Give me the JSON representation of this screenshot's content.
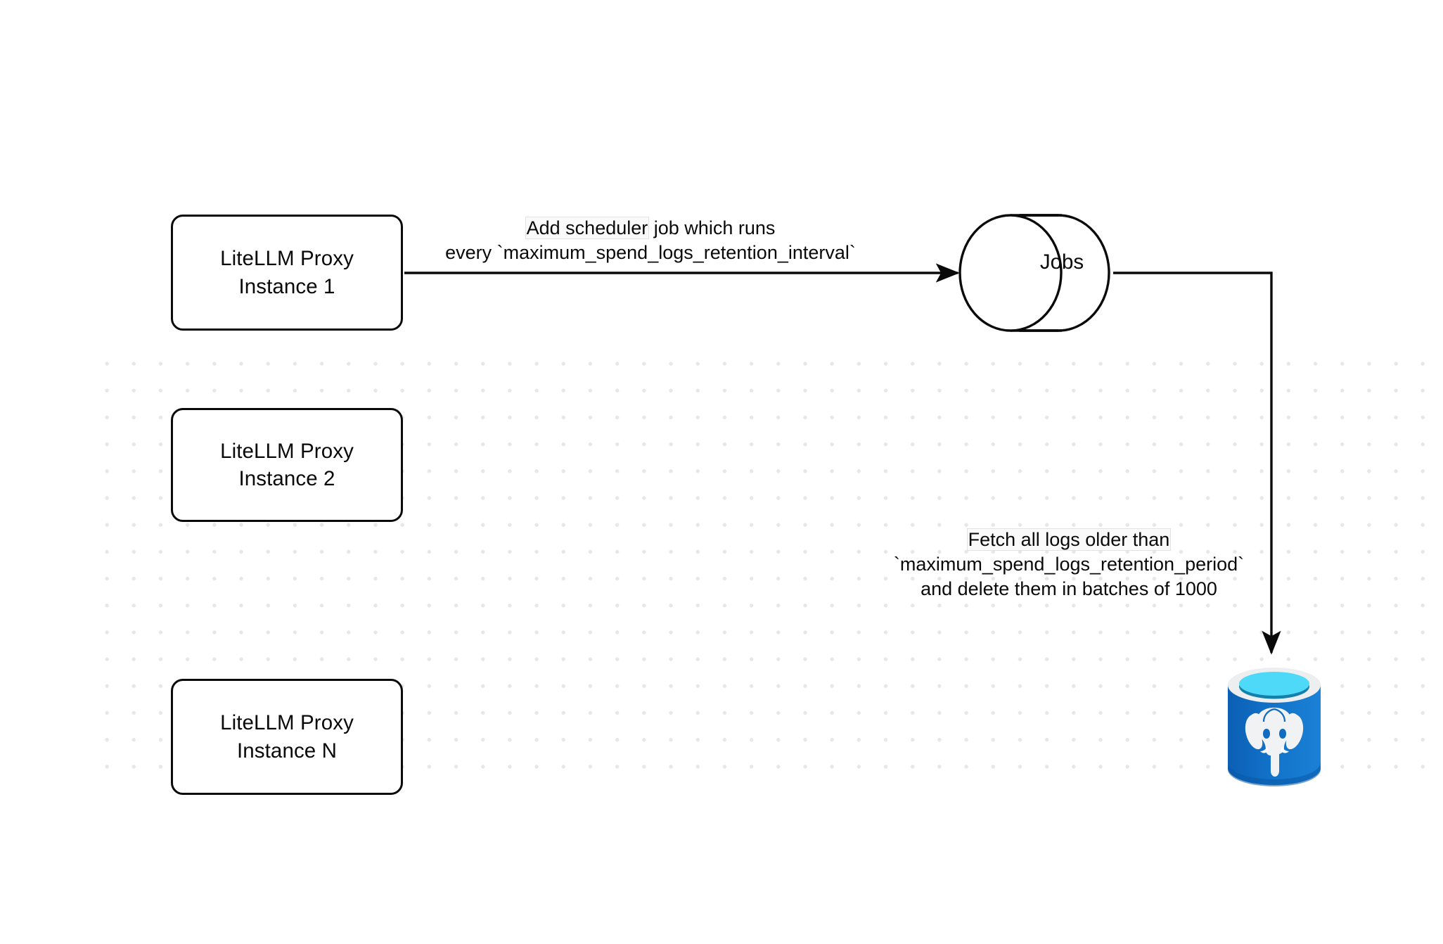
{
  "diagram": {
    "title": "LiteLLM spend logs retention scheduler flow",
    "background": "#ffffff",
    "grid": {
      "dot_color": "#e7e7e7",
      "spacing": "38px"
    },
    "stroke_color": "#0a0a0a"
  },
  "nodes": {
    "instance_1": {
      "line1": "LiteLLM Proxy",
      "line2": "Instance 1"
    },
    "instance_2": {
      "line1": "LiteLLM Proxy",
      "line2": "Instance 2"
    },
    "instance_n": {
      "line1": "LiteLLM Proxy",
      "line2": "Instance N"
    },
    "jobs": {
      "label": "Jobs",
      "shape": "cylinder"
    },
    "postgres": {
      "label": "",
      "shape": "database-cylinder",
      "icon": "postgresql-elephant-icon",
      "colors": {
        "body": "#0e67bd",
        "body_light": "#1b81d6",
        "rim": "#eceef0",
        "top": "#4dd9f7",
        "inner": "#1580ab",
        "elephant": "#f2f3f4"
      }
    }
  },
  "edges": {
    "scheduler": {
      "line1": "Add scheduler",
      "line1_rest": " job which runs",
      "line2": "every `maximum_spend_logs_retention_interval`"
    },
    "fetch": {
      "line1": "Fetch all logs older than",
      "line2": "`maximum_spend_logs_retention_period`",
      "line3": "and delete them in batches of 1000"
    }
  }
}
